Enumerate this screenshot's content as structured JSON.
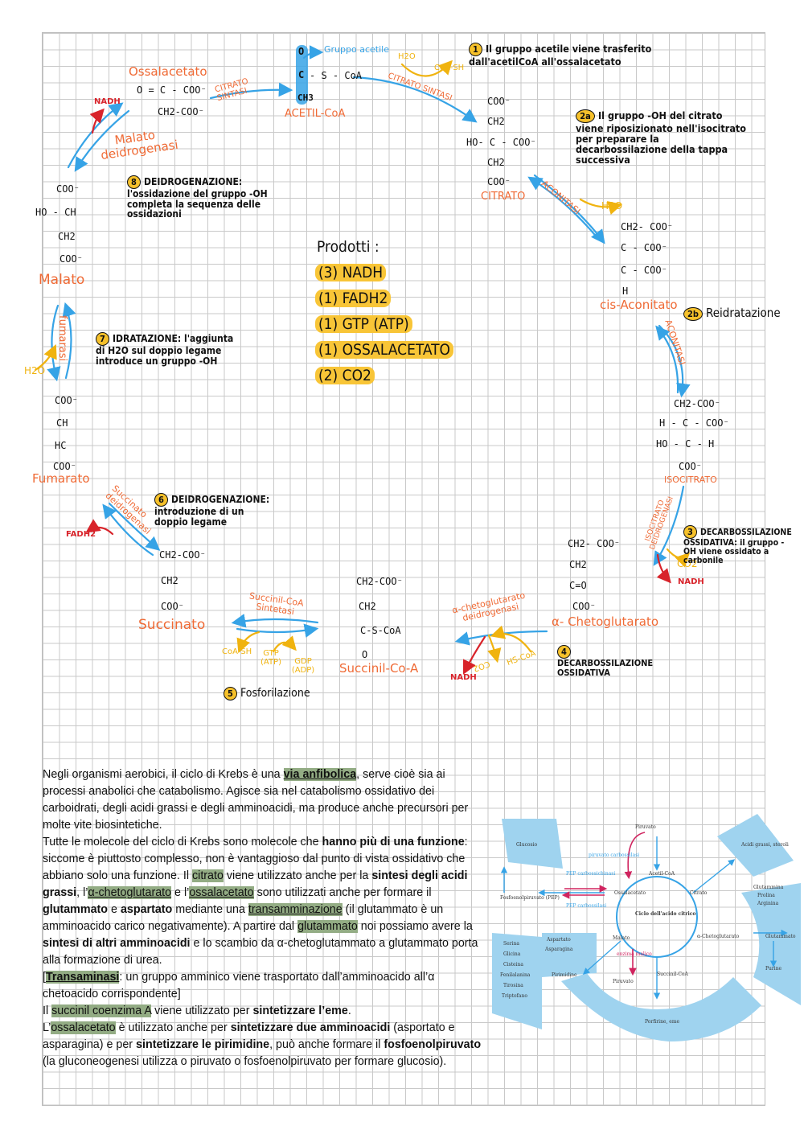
{
  "labels": {
    "acetyl_group": "Gruppo acetile",
    "acetyl_o": "O",
    "acetyl_c": "C",
    "acetyl_ch3": "CH3",
    "acetyl_scoa": "- S - CoA",
    "acetil_coa": "ACETIL-CoA",
    "h2o_top": "H2O",
    "coash_top": "CoA-SH",
    "citrato_sintasi_1": "CITRATO SINTASI",
    "citrato_sintasi_2": "CITRATO SINTASI",
    "ossalacetato": "Ossalacetato",
    "ossal_l1": "O = C - COO⁻",
    "ossal_l2": "CH2-COO⁻",
    "nadh_malato": "NADH",
    "malato_deidr": "Malato deidrogenasi",
    "malato": "Malato",
    "malato_l1": "COO⁻",
    "malato_l2": "HO - CH",
    "malato_l3": "CH2",
    "malato_l4": "COO⁻",
    "fumarasi": "fumarasi",
    "h2o_fum": "H2O",
    "fumarato": "Fumarato",
    "fum_l1": "COO⁻",
    "fum_l2": "CH",
    "fum_l3": "HC",
    "fum_l4": "COO⁻",
    "succ_deidr": "Succinato deidrogenasi",
    "fadh2": "FADH2",
    "succinato": "Succinato",
    "succ_l1": "CH2-COO⁻",
    "succ_l2": "CH2",
    "succ_l3": "COO⁻",
    "succcoa_sint": "Succinil-CoA Sintetasi",
    "coash_b": "CoA-SH",
    "gtp": "GTP (ATP)",
    "gdp": "GDP (ADP)",
    "succinil_coa": "Succinil-Co-A",
    "scoa_l1": "CH2-COO⁻",
    "scoa_l2": "CH2",
    "scoa_l3": "C-S-CoA",
    "scoa_l4": "O",
    "akg_deidr": "α-chetoglutarato deidrogenasi",
    "nadh_akg": "NADH",
    "co2_akg": "CO2",
    "hscoa": "HS-CoA",
    "akg": "α- Chetoglutarato",
    "akg_l1": "CH2- COO⁻",
    "akg_l2": "CH2",
    "akg_l3": "C=O",
    "akg_l4": "COO⁻",
    "isoc_deidr": "ISOCITRATO DEIDROGENASI",
    "co2_isoc": "CO2",
    "nadh_isoc": "NADH",
    "isocitrato": "ISOCITRATO",
    "isoc_l1": "CH2-COO⁻",
    "isoc_l2": "H - C - COO⁻",
    "isoc_l3": "HO - C - H",
    "isoc_l4": "COO⁻",
    "aconitasi_1": "ACONITASI",
    "aconitasi_2": "ACONITASI",
    "h2o_acon": "H2O",
    "cis_aconitato": "cis-Aconitato",
    "cis_l1": "CH2- COO⁻",
    "cis_l2": "C - COO⁻",
    "cis_l3": "C - COO⁻",
    "cis_l4": "H",
    "citrato": "CITRATO",
    "cit_l1": "COO⁻",
    "cit_l2": "CH2",
    "cit_l3": "HO- C - COO⁻",
    "cit_l4": "CH2",
    "cit_l5": "COO⁻"
  },
  "steps": {
    "s1_num": "1",
    "s1_text": "Il gruppo acetile viene trasferito dall'acetilCoA all'ossalacetato",
    "s2a_num": "2a",
    "s2a_text": "Il gruppo -OH del citrato viene riposizionato nell'isocitrato per preparare la decarbossilazione della tappa successiva",
    "s2b_num": "2b",
    "s2b_text": "Reidratazione",
    "s3_num": "3",
    "s3_text": "DECARBOSSILAZIONE OSSIDATIVA: il gruppo -OH viene ossidato a carbonile",
    "s4_num": "4",
    "s4_text": "DECARBOSSILAZIONE OSSIDATIVA",
    "s5_num": "5",
    "s5_text": "Fosforilazione",
    "s6_num": "6",
    "s6_text": "DEIDROGENAZIONE: introduzione di un doppio legame",
    "s7_num": "7",
    "s7_text": "IDRATAZIONE: l'aggiunta di H2O sul doppio legame introduce un gruppo -OH",
    "s8_num": "8",
    "s8_text": "DEIDROGENAZIONE: l'ossidazione del gruppo -OH completa la sequenza delle ossidazioni"
  },
  "products": {
    "title": "Prodotti :",
    "items": [
      "(3) NADH",
      "(1) FADH2",
      "(1) GTP (ATP)",
      "(1) OSSALACETATO",
      "(2) CO2"
    ]
  },
  "text": {
    "p1_a": "Negli organismi aerobici, il ciclo di Krebs è una ",
    "p1_b": "via anfibolica",
    "p1_c": ", serve cioè sia ai processi anabolici che catabolismo.  Agisce sia nel catabolismo ossidativo dei carboidrati, degli acidi grassi e degli amminoacidi, ma produce anche precursori per molte vite biosintetiche.",
    "p2_a": "Tutte le molecole del ciclo di Krebs sono molecole che ",
    "p2_b": "hanno più di una funzione",
    "p2_c": ":  siccome è piuttosto complesso, non è vantaggioso dal punto di vista ossidativo che abbiano solo una funzione.  Il ",
    "p2_d": "citrato",
    "p2_e": " viene utilizzato anche per la ",
    "p2_f": "sintesi degli acidi grassi",
    "p2_g": ", l’",
    "p2_h": "α-chetoglutarato",
    "p2_i": " e l’",
    "p2_j": "ossalacetato",
    "p2_k": " sono utilizzati anche per formare il ",
    "p2_l": "glutammato",
    "p2_m": " e ",
    "p2_n": "aspartato",
    "p2_o": " mediante una ",
    "p2_p": "transamminazione",
    "p2_q": " (il glutammato è un amminoacido carico negativamente).  A partire dal ",
    "p2_r": "glutammato",
    "p2_s": " noi possiamo avere la ",
    "p2_t": "sintesi di altri amminoacidi",
    "p2_u": " e lo scambio da α-chetoglutammato a glutammato porta alla formazione di urea.",
    "p3_a": "[",
    "p3_b": "Transaminasi",
    "p3_c": ": un gruppo amminico viene trasportato dall’amminoacido all’α chetoacido corrispondente]",
    "p4_a": "Il ",
    "p4_b": "succinil coenzima A",
    "p4_c": " viene utilizzato per ",
    "p4_d": "sintetizzare l’eme",
    "p4_e": ".",
    "p5_a": "L’",
    "p5_b": "ossalacetato",
    "p5_c": " è utilizzato anche per ",
    "p5_d": "sintetizzare due amminoacidi",
    "p5_e": " (asportato e asparagina) e per ",
    "p5_f": "sintetizzare le pirimidine",
    "p5_g": ", può anche formare il ",
    "p5_h": "fosfoenolpiruvato",
    "p5_i": " (la gluconeogenesi utilizza o piruvato o fosfoenolpiruvato per formare glucosio)."
  },
  "figure": {
    "center": "Ciclo dell'acido citrico",
    "glucosio": "Glucosio",
    "acidi_grassi": "Acidi grassi, steroli",
    "piruvato_top": "Piruvato",
    "piruvato_carb": "piruvato carbossilasi",
    "acetil": "Acetil-CoA",
    "pep_carb": "PEP carbossichinasi",
    "pep_carb2": "PEP carbossilasi",
    "fosfo": "Fosfoenolpiruvato (PEP)",
    "ossal": "Ossalacetato",
    "citrato": "Citrato",
    "glu_group": [
      "Glutammina",
      "Prolina",
      "Arginina"
    ],
    "glutammato": "Glutammato",
    "purine": "Purine",
    "achg": "α-Chetoglutarato",
    "malato": "Malato",
    "enzima_malico": "enzima malico",
    "succcoa": "Succinil-CoA",
    "piruvato_bot": "Piruvato",
    "aa_left": [
      "Serina",
      "Glicina",
      "Cisteina",
      "Fenilalanina",
      "Tirosina",
      "Triptofano"
    ],
    "asp": [
      "Aspartato",
      "Asparagina"
    ],
    "pirimidine": "Pirimidine",
    "porfirine": "Porfirine, eme"
  },
  "colors": {
    "orange": "#ef6a35",
    "blue": "#36a3e6",
    "yellow": "#f8c537",
    "red": "#d8232a",
    "green_highlight": "#93ac84",
    "figure_blue": "#9fd3ef"
  }
}
